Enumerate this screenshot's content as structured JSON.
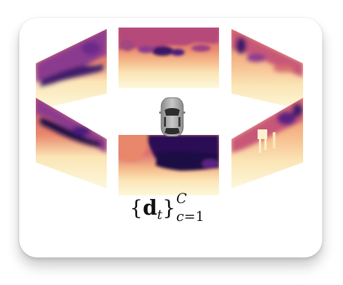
{
  "figure": {
    "formula": {
      "open_brace": "{",
      "symbol": "d",
      "subscript_index": "t",
      "close_brace": "}",
      "superscript": "C",
      "lower_var": "c",
      "lower_rest": "=1"
    },
    "views": [
      {
        "id": "front"
      },
      {
        "id": "front-left"
      },
      {
        "id": "front-right"
      },
      {
        "id": "back"
      },
      {
        "id": "back-left"
      },
      {
        "id": "back-right"
      }
    ],
    "vehicle_icon": "car-top-view-icon",
    "colormap": [
      "#1e0a45",
      "#4a1f7e",
      "#8b3a8f",
      "#c75778",
      "#e9876c",
      "#f5b98a",
      "#fbe5b6",
      "#fcf8dc"
    ]
  }
}
